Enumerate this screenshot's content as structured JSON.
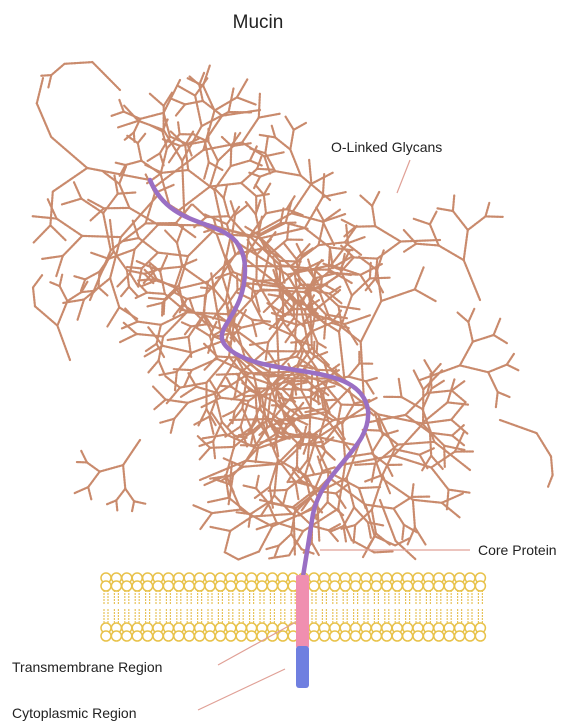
{
  "diagram": {
    "title": "Mucin",
    "labels": {
      "glycans": "O-Linked Glycans",
      "core_protein": "Core Protein",
      "transmembrane": "Transmembrane Region",
      "cytoplasmic": "Cytoplasmic Region"
    },
    "colors": {
      "glycan": "#c98a6c",
      "glycan_dot": "#b4714f",
      "core_protein": "#9a6fc4",
      "transmembrane": "#f08fb0",
      "cytoplasmic": "#6f7fe0",
      "lipid_head": "#e8c24a",
      "lipid_tail": "#e7c35b",
      "leader_line": "#e0a096",
      "text": "#222222"
    }
  }
}
